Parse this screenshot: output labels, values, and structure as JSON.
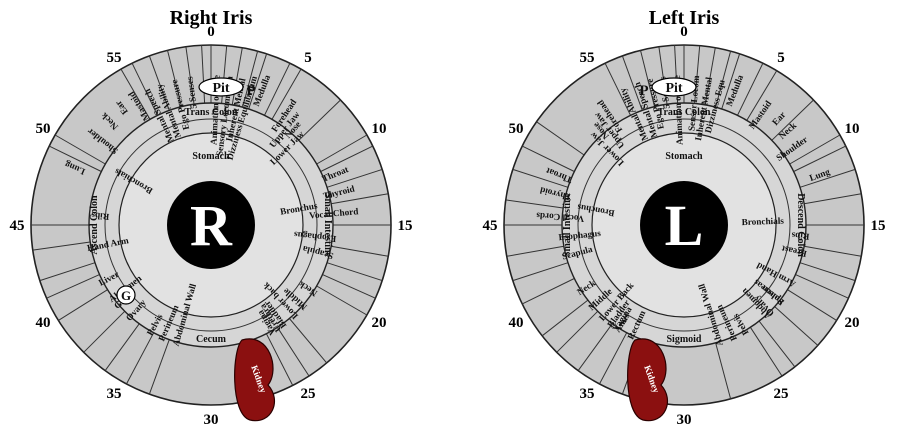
{
  "right": {
    "title": "Right Iris",
    "letter": "R",
    "inner_top": "Stomach",
    "ring_top": "Trans Colon",
    "ring_left": "Ascend Colon",
    "ring_right": "Small Intestine",
    "ring_bottom": "Cecum",
    "pit_label": "Pit",
    "p_label": "P",
    "g_label": "G",
    "kidney_label": "Kidney",
    "numbers": [
      "0",
      "5",
      "10",
      "15",
      "20",
      "25",
      "30",
      "35",
      "40",
      "45",
      "50",
      "55"
    ],
    "segments": [
      {
        "a": 2.5,
        "r": 150,
        "text": "Animation of Life"
      },
      {
        "a": 7.5,
        "r": 150,
        "text": "Sensory Locomotion"
      },
      {
        "a": 12.5,
        "r": 150,
        "text": "Inherent Mental"
      },
      {
        "a": 16.5,
        "r": 155,
        "text": "Dizziness Equilibrium"
      },
      {
        "a": 21.0,
        "r": 160,
        "text": "Medulla"
      },
      {
        "a": 34,
        "r": 150,
        "text": "Forehead"
      },
      {
        "a": 38,
        "r": 142,
        "text": "Upper Jaw"
      },
      {
        "a": 41,
        "r": 135,
        "text": "Nose"
      },
      {
        "a": 45,
        "r": 130,
        "text": "Lower Jaw"
      },
      {
        "a": 68,
        "r": 148,
        "text": "Throat"
      },
      {
        "a": 76,
        "r": 148,
        "text": "Thyroid"
      },
      {
        "a": 85,
        "r": 148,
        "text": "Vocal Chord"
      },
      {
        "a": 96,
        "r": 148,
        "text": "Esophagus"
      },
      {
        "a": 104,
        "r": 148,
        "text": "Scapula"
      },
      {
        "a": 80,
        "r": 108,
        "text": "Bronchus"
      },
      {
        "a": 123,
        "r": 150,
        "text": "Neck"
      },
      {
        "a": 131,
        "r": 128,
        "text": "Middle"
      },
      {
        "a": 137,
        "r": 140,
        "text": "Lower back"
      },
      {
        "a": 144,
        "r": 145,
        "text": "Bladder"
      },
      {
        "a": 147,
        "r": 130,
        "text": "Urethra"
      },
      {
        "a": 150,
        "r": 152,
        "text": "Vagina"
      },
      {
        "a": 196,
        "r": 135,
        "text": "Abdominal Wall"
      },
      {
        "a": 203,
        "r": 130,
        "text": "Perineum"
      },
      {
        "a": 209,
        "r": 128,
        "text": "Pelvis"
      },
      {
        "a": 221,
        "r": 118,
        "text": "Ovary"
      },
      {
        "a": 229,
        "r": 112,
        "text": "Groin"
      },
      {
        "a": 233,
        "r": 150,
        "text": "Abdomen"
      },
      {
        "a": 242,
        "r": 150,
        "text": "Liver"
      },
      {
        "a": 259,
        "r": 147,
        "text": "Hand Arm"
      },
      {
        "a": 275,
        "r": 120,
        "text": "Ribs"
      },
      {
        "a": 300,
        "r": 110,
        "text": "Bronchials"
      },
      {
        "a": 293,
        "r": 158,
        "text": "Lung"
      },
      {
        "a": 308,
        "r": 155,
        "text": "Shoulder"
      },
      {
        "a": 316,
        "r": 155,
        "text": "Neck"
      },
      {
        "a": 323,
        "r": 155,
        "text": "Ear"
      },
      {
        "a": 329,
        "r": 155,
        "text": "Mastoid"
      },
      {
        "a": 335,
        "r": 150,
        "text": "Mental Speech"
      },
      {
        "a": 340,
        "r": 150,
        "text": "Mental Ability"
      },
      {
        "a": 346,
        "r": 150,
        "text": "Ego Pressure"
      },
      {
        "a": 352,
        "r": 150,
        "text": "5 Senses"
      }
    ]
  },
  "left": {
    "title": "Left Iris",
    "letter": "L",
    "inner_top": "Stomach",
    "ring_top": "Trans Colon",
    "ring_left": "Small Intestine",
    "ring_right": "Descend Colon",
    "ring_bottom": "Sigmoid",
    "pit_label": "Pit",
    "p_label": "P",
    "kidney_label": "Kidney",
    "numbers": [
      "0",
      "5",
      "10",
      "15",
      "20",
      "25",
      "30",
      "35",
      "40",
      "45",
      "50",
      "55"
    ],
    "segments": [
      {
        "a": -2.5,
        "r": 150,
        "text": "Animation of Life"
      },
      {
        "a": 5,
        "r": 150,
        "text": "Sensor Locom"
      },
      {
        "a": 10,
        "r": 150,
        "text": "Inherent Mental"
      },
      {
        "a": 15,
        "r": 150,
        "text": "Dizziness Equ"
      },
      {
        "a": 21,
        "r": 160,
        "text": "Medulla"
      },
      {
        "a": 35,
        "r": 150,
        "text": "Mastoid"
      },
      {
        "a": 42,
        "r": 150,
        "text": "Ear"
      },
      {
        "a": 48,
        "r": 150,
        "text": "Neck"
      },
      {
        "a": 55,
        "r": 150,
        "text": "Shoulder"
      },
      {
        "a": 70,
        "r": 155,
        "text": "Lung"
      },
      {
        "a": 95,
        "r": 120,
        "text": "Ribs"
      },
      {
        "a": 88,
        "r": 100,
        "text": "Bronchials"
      },
      {
        "a": 103,
        "r": 150,
        "text": "Breast"
      },
      {
        "a": 118,
        "r": 148,
        "text": "Arm Hand"
      },
      {
        "a": 128,
        "r": 145,
        "text": "Spleen"
      },
      {
        "a": 137,
        "r": 145,
        "text": "Abdomen"
      },
      {
        "a": 135,
        "r": 118,
        "text": "Ovary"
      },
      {
        "a": 128,
        "r": 112,
        "text": "Pancreas"
      },
      {
        "a": 150,
        "r": 125,
        "text": "Pelvis"
      },
      {
        "a": 156,
        "r": 130,
        "text": "Perineum"
      },
      {
        "a": 163,
        "r": 135,
        "text": "Abdominal Wall"
      },
      {
        "a": 212,
        "r": 150,
        "text": "Anus"
      },
      {
        "a": 205,
        "r": 150,
        "text": "Rectum"
      },
      {
        "a": 213,
        "r": 130,
        "text": "Vagina"
      },
      {
        "a": 216,
        "r": 150,
        "text": "Bladder"
      },
      {
        "a": 221,
        "r": 140,
        "text": "Lower Back"
      },
      {
        "a": 228,
        "r": 128,
        "text": "Middle"
      },
      {
        "a": 237,
        "r": 148,
        "text": "Neck"
      },
      {
        "a": 255,
        "r": 148,
        "text": "Scapula"
      },
      {
        "a": 264,
        "r": 148,
        "text": "Esophagus"
      },
      {
        "a": 274,
        "r": 148,
        "text": "Vocal Cords"
      },
      {
        "a": 284,
        "r": 148,
        "text": "Thyroid"
      },
      {
        "a": 292,
        "r": 148,
        "text": "Throat"
      },
      {
        "a": 280,
        "r": 108,
        "text": "Bronchus"
      },
      {
        "a": 315,
        "r": 130,
        "text": "Lower Jaw"
      },
      {
        "a": 319,
        "r": 135,
        "text": "Nose"
      },
      {
        "a": 322,
        "r": 142,
        "text": "Upper Jaw"
      },
      {
        "a": 326,
        "r": 150,
        "text": "Forehead"
      },
      {
        "a": 336,
        "r": 150,
        "text": "Mental Ability"
      },
      {
        "a": 342,
        "r": 150,
        "text": "Mental Speech"
      },
      {
        "a": 347,
        "r": 150,
        "text": "Ego Pressure"
      },
      {
        "a": 352,
        "r": 150,
        "text": "5 Senses"
      }
    ]
  }
}
